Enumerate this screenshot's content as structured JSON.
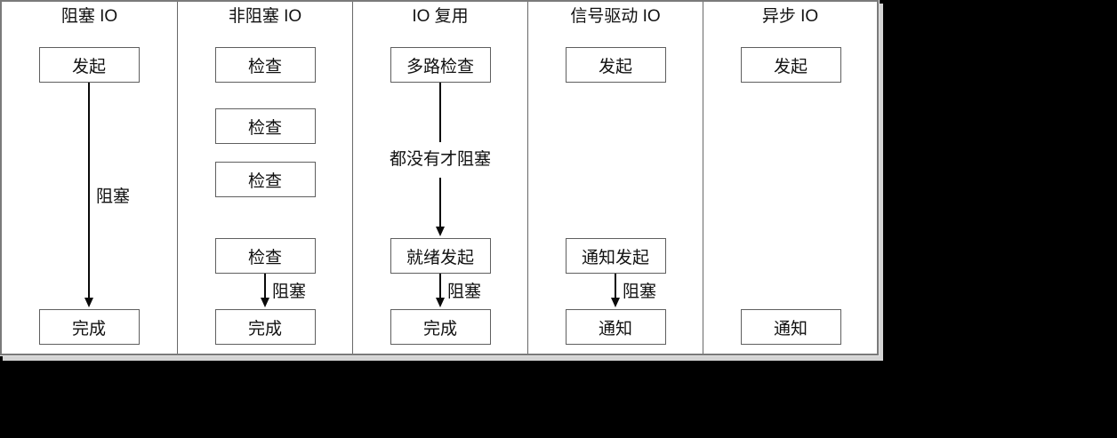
{
  "diagram": {
    "title_semantics": "Five IO model timelines compared",
    "colors": {
      "background": "#000000",
      "panel": "#ffffff",
      "panel_border": "#7a7a7a",
      "box_border": "#5f5f5f",
      "line": "#0a0a0a",
      "shadow": "#d4d4d4"
    },
    "columns": [
      {
        "title": "阻塞 IO",
        "nodes": [
          {
            "label": "发起",
            "row": 1
          },
          {
            "label": "完成",
            "row": 5
          }
        ],
        "connectors": [
          {
            "from": 1,
            "to": 5,
            "label": "阻塞",
            "label_style": "side"
          }
        ]
      },
      {
        "title": "非阻塞 IO",
        "nodes": [
          {
            "label": "检查",
            "row": 1
          },
          {
            "label": "检查",
            "row": 2
          },
          {
            "label": "检查",
            "row": 3
          },
          {
            "label": "检查",
            "row": 4
          },
          {
            "label": "完成",
            "row": 5
          }
        ],
        "connectors": [
          {
            "from": 4,
            "to": 5,
            "label": "阻塞",
            "label_style": "side"
          }
        ]
      },
      {
        "title": "IO 复用",
        "nodes": [
          {
            "label": "多路检查",
            "row": 1
          },
          {
            "label": "就绪发起",
            "row": 4
          },
          {
            "label": "完成",
            "row": 5
          }
        ],
        "connectors": [
          {
            "from": 1,
            "to": 4,
            "label": "都没有才阻塞",
            "label_style": "inline"
          },
          {
            "from": 4,
            "to": 5,
            "label": "阻塞",
            "label_style": "side"
          }
        ]
      },
      {
        "title": "信号驱动 IO",
        "nodes": [
          {
            "label": "发起",
            "row": 1
          },
          {
            "label": "通知发起",
            "row": 4
          },
          {
            "label": "通知",
            "row": 5
          }
        ],
        "connectors": [
          {
            "from": 4,
            "to": 5,
            "label": "阻塞",
            "label_style": "side"
          }
        ]
      },
      {
        "title": "异步 IO",
        "nodes": [
          {
            "label": "发起",
            "row": 1
          },
          {
            "label": "通知",
            "row": 5
          }
        ],
        "connectors": []
      }
    ]
  }
}
